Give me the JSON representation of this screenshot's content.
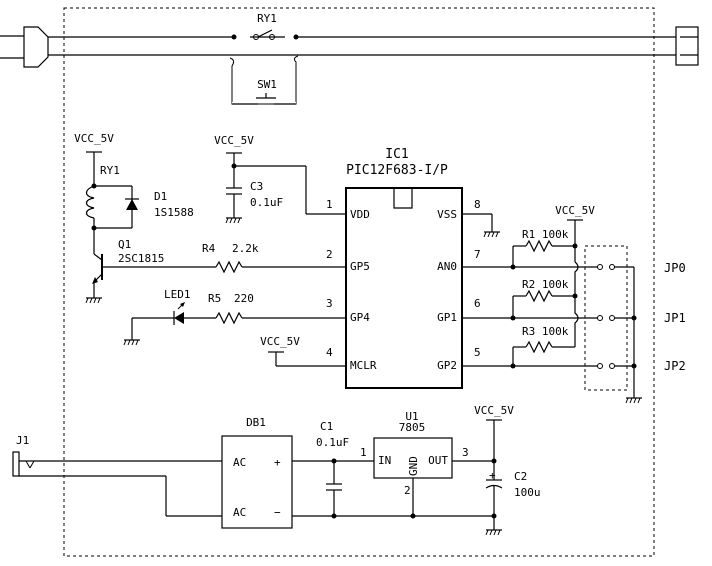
{
  "labels": {
    "ry1_top": "RY1",
    "sw1": "SW1",
    "vcc_relay": "VCC_5V",
    "ry1_coil": "RY1",
    "d1": "D1",
    "d1_part": "1S1588",
    "vcc_c3": "VCC_5V",
    "c3": "C3",
    "c3_val": "0.1uF",
    "ic1": "IC1",
    "ic1_part": "PIC12F683-I/P",
    "q1": "Q1",
    "q1_part": "2SC1815",
    "r4": "R4",
    "r4_val": "2.2k",
    "led1": "LED1",
    "r5": "R5",
    "r5_val": "220",
    "vcc_mclr": "VCC_5V",
    "vcc_pullups": "VCC_5V",
    "r1": "R1 100k",
    "r2": "R2 100k",
    "r3": "R3 100k",
    "jp0": "JP0",
    "jp1": "JP1",
    "jp2": "JP2",
    "j1": "J1",
    "db1": "DB1",
    "db1_ac1": "AC",
    "db1_ac2": "AC",
    "db1_plus": "+",
    "db1_minus": "−",
    "c1": "C1",
    "c1_val": "0.1uF",
    "u1": "U1",
    "u1_part": "7805",
    "u1_in": "IN",
    "u1_out": "OUT",
    "u1_gnd": "GND",
    "vcc_reg": "VCC_5V",
    "c2": "C2",
    "c2_val": "100u"
  },
  "pins": {
    "vdd": "VDD",
    "gp5": "GP5",
    "gp4": "GP4",
    "mclr": "MCLR",
    "vss": "VSS",
    "an0": "AN0",
    "gp1": "GP1",
    "gp2": "GP2",
    "n1": "1",
    "n2": "2",
    "n3": "3",
    "n4": "4",
    "n5": "5",
    "n6": "6",
    "n7": "7",
    "n8": "8",
    "u_n1": "1",
    "u_n2": "2",
    "u_n3": "3"
  }
}
